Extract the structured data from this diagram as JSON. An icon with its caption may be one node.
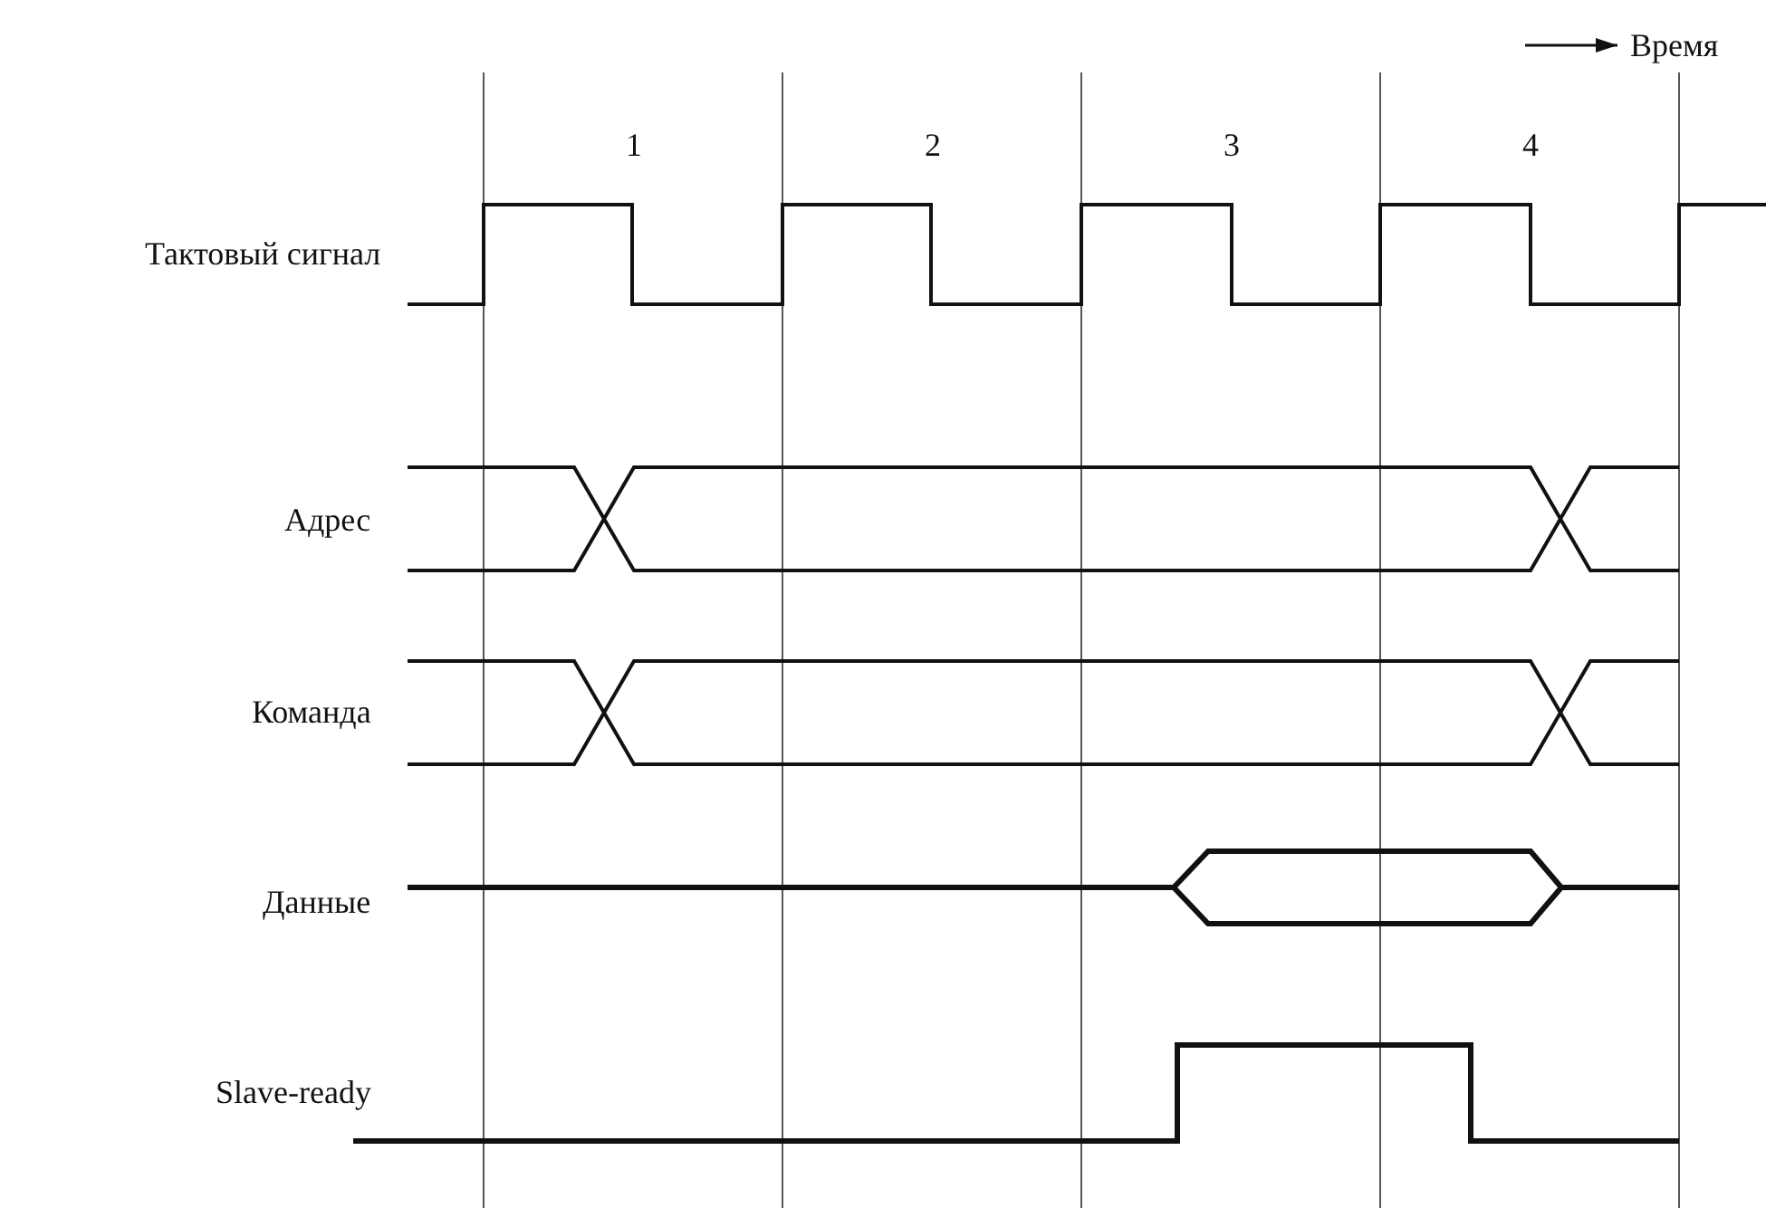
{
  "diagram": {
    "labels": [
      "Время",
      "1",
      "2",
      "3",
      "4",
      "Тактовый сигнал",
      "Адрес",
      "Команда",
      "Данные",
      "Slave-ready"
    ]
  }
}
